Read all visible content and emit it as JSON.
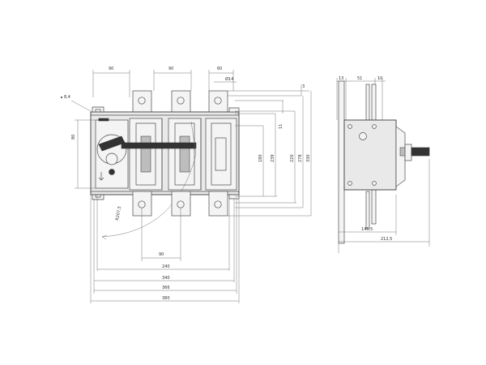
{
  "front_view": {
    "top_dims": [
      "90",
      "90",
      "60"
    ],
    "hole_dia": "Ø14",
    "slot_label": "8,4",
    "left_dim": "80",
    "radius": "R207,5",
    "bottom_pitch": "90",
    "right_small_dims": [
      "3",
      "11"
    ],
    "vertical_dims": [
      "180",
      "239",
      "220",
      "278",
      "330"
    ],
    "width_dims": [
      "240",
      "340",
      "366",
      "380"
    ]
  },
  "side_view": {
    "top_dims": [
      "13",
      "51",
      "10"
    ],
    "bottom_dims": [
      "145,5",
      "212,5"
    ]
  },
  "colors": {
    "line": "#4a4a4a",
    "fill": "#e9e9e9",
    "dark": "#333333"
  }
}
